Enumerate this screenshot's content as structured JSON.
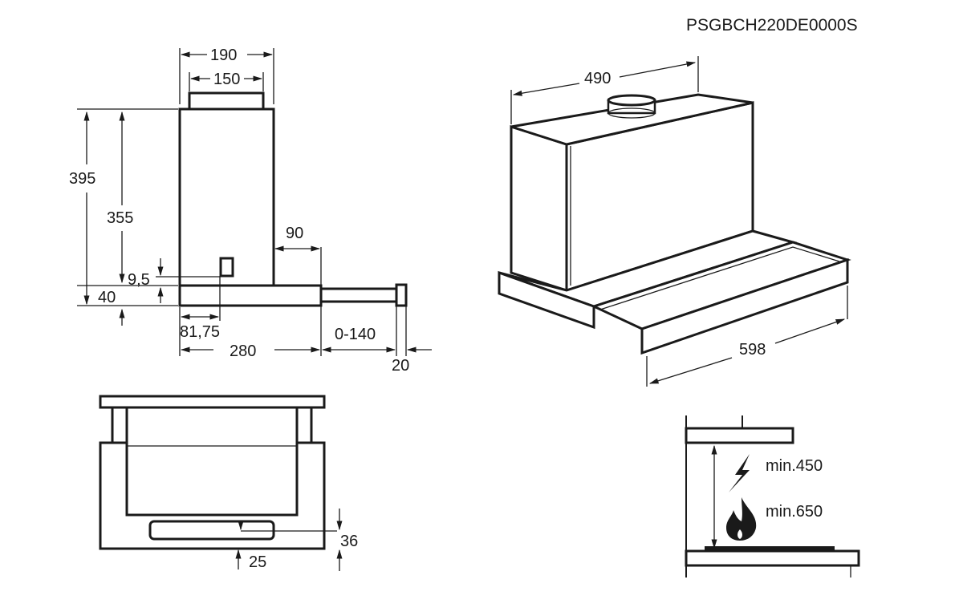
{
  "model_code": "PSGBCH220DE0000S",
  "side_view": {
    "dim_190": "190",
    "dim_150": "150",
    "dim_395": "395",
    "dim_355": "355",
    "dim_90": "90",
    "dim_9_5": "9,5",
    "dim_40": "40",
    "dim_81_75": "81,75",
    "dim_280": "280",
    "dim_0_140": "0-140",
    "dim_20": "20"
  },
  "iso_view": {
    "dim_490": "490",
    "dim_598": "598"
  },
  "front_view": {
    "dim_36": "36",
    "dim_25": "25"
  },
  "installation": {
    "min_electric": "min.450",
    "min_gas": "min.650",
    "icons": [
      "lightning-icon",
      "flame-icon"
    ]
  },
  "colors": {
    "line": "#1a1a1a",
    "background": "#ffffff"
  }
}
